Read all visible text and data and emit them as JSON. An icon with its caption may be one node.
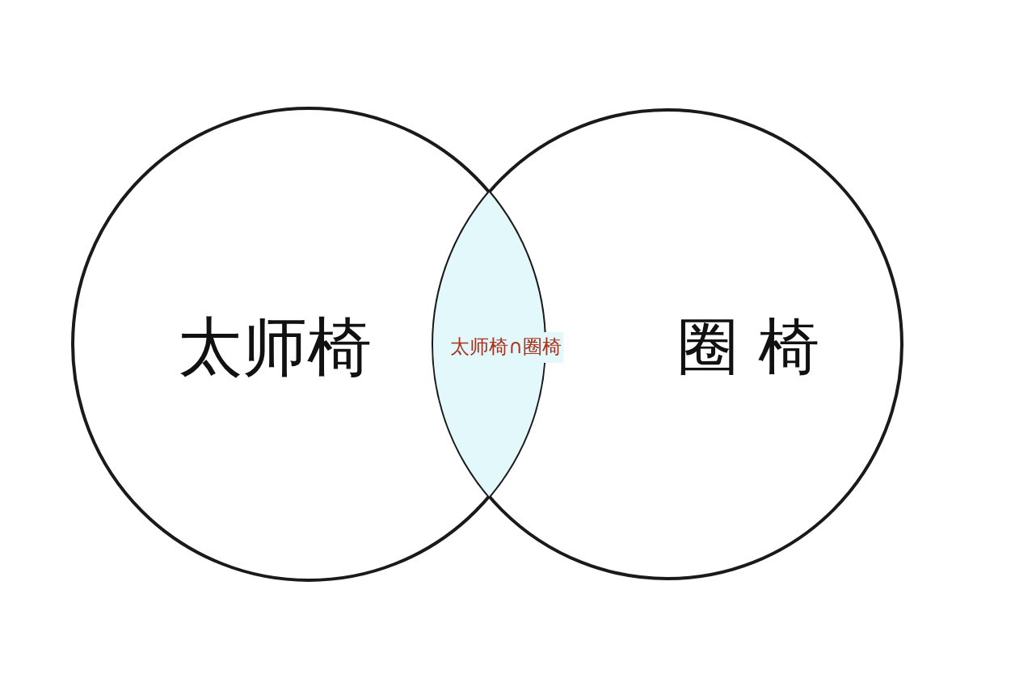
{
  "diagram": {
    "nodes": [
      {
        "text": [
          "太师椅"
        ]
      },
      {
        "text": [
          "圈 椅"
        ]
      },
      {
        "text": [
          "太师椅∩圈椅"
        ]
      }
    ]
  }
}
